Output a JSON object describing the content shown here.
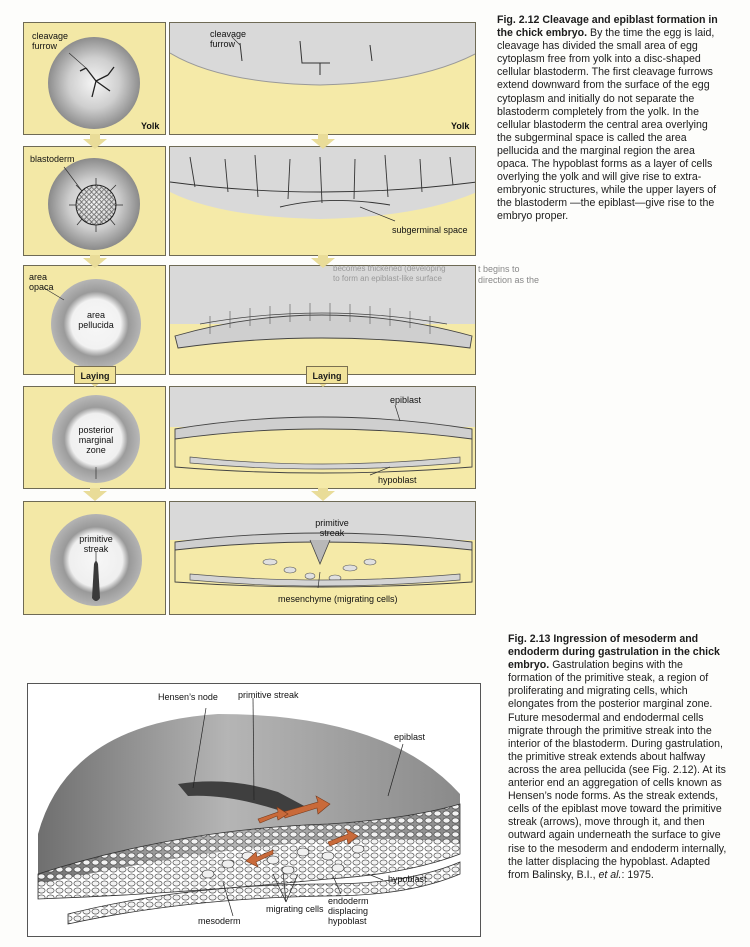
{
  "figure_2_12": {
    "label": "Fig. 2.12",
    "title": "Cleavage and epiblast formation in the chick embryo",
    "caption_text": "By the time the egg is laid, cleavage has divided the small area of egg cytoplasm free from yolk into a disc-shaped cellular blastoderm. The first cleavage furrows extend downward from the surface of the egg cytoplasm and initially do not separate the blastoderm completely from the yolk. In the cellular blastoderm the central area overlying the subgerminal space is called the area pellucida and the marginal region the area opaca. The hypoblast forms as a layer of cells overlying the yolk and will give rise to extra-embryonic structures, while the upper layers of the blastoderm —the epiblast—give rise to the embryo proper.",
    "labels": {
      "cleavage_furrow_left": "cleavage\nfurrow",
      "cleavage_furrow_right": "cleavage\nfurrow",
      "yolk_left": "Yolk",
      "yolk_right": "Yolk",
      "blastoderm": "blastoderm",
      "subgerminal_space": "subgerminal space",
      "area_opaca": "area\nopaca",
      "area_pellucida": "area\npellucida",
      "laying_left": "Laying",
      "laying_right": "Laying",
      "epiblast": "epiblast",
      "posterior_marginal_zone": "posterior\nmarginal\nzone",
      "hypoblast": "hypoblast",
      "primitive_streak_left": "primitive\nstreak",
      "primitive_streak_right": "primitive\nstreak",
      "mesenchyme": "mesenchyme (migrating cells)"
    }
  },
  "figure_2_13": {
    "label": "Fig. 2.13",
    "title": "Ingression of mesoderm and endoderm during gastrulation in the chick embryo",
    "caption_text": "Gastrulation begins with the formation of the primitive steak, a region of proliferating and migrating cells, which elongates from the posterior marginal zone. Future mesodermal and endodermal cells migrate through the primitive streak into the interior of the blastoderm. During gastrulation, the primitive streak extends about halfway across the area pellucida (see Fig. 2.12). At its anterior end an aggregation of cells known as Hensen’s node forms. As the streak extends, cells of the epiblast move toward the primitive streak (arrows), move through it, and then outward again underneath the surface to give rise to the mesoderm and endoderm internally, the latter displacing the hypoblast. Adapted from Balinsky, B.I.,",
    "caption_tail_italic": "et al.",
    "caption_tail_end": ": 1975.",
    "labels": {
      "hensens_node": "Hensen’s node",
      "primitive_streak": "primitive streak",
      "epiblast": "epiblast",
      "hypoblast": "hypoblast",
      "mesoderm": "mesoderm",
      "migrating_cells": "migrating cells",
      "endoderm": "endoderm\ndisplacing\nhypoblast"
    }
  },
  "background_text": {
    "line1": "t begins to",
    "line2": "direction as the",
    "line3": "becomes thickened (developing",
    "line4": "to form an epiblast-like surface"
  }
}
